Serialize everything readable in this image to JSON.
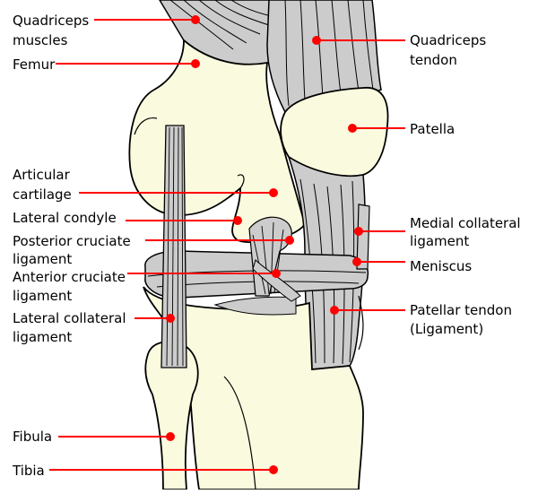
{
  "colors": {
    "bone": "#fafadf",
    "ligament": "#cccccc",
    "outline": "#000000",
    "label_line": "#ff0000",
    "label_dot": "#ff0000"
  },
  "labels_left": {
    "quadriceps_muscles": [
      "Quadriceps",
      "muscles"
    ],
    "femur": [
      "Femur"
    ],
    "articular_cartilage": [
      "Articular",
      "cartilage"
    ],
    "lateral_condyle": [
      "Lateral condyle"
    ],
    "posterior_cruciate_ligament": [
      "Posterior cruciate",
      "ligament"
    ],
    "anterior_cruciate_ligament": [
      "Anterior cruciate",
      "ligament"
    ],
    "lateral_collateral_ligament": [
      "Lateral collateral",
      "ligament"
    ],
    "fibula": [
      "Fibula"
    ],
    "tibia": [
      "Tibia"
    ]
  },
  "labels_right": {
    "quadriceps_tendon": [
      "Quadriceps",
      "tendon"
    ],
    "patella": [
      "Patella"
    ],
    "medial_collateral_ligament": [
      "Medial collateral",
      "ligament"
    ],
    "meniscus": [
      "Meniscus"
    ],
    "patellar_tendon": [
      "Patellar tendon",
      "(Ligament)"
    ]
  }
}
